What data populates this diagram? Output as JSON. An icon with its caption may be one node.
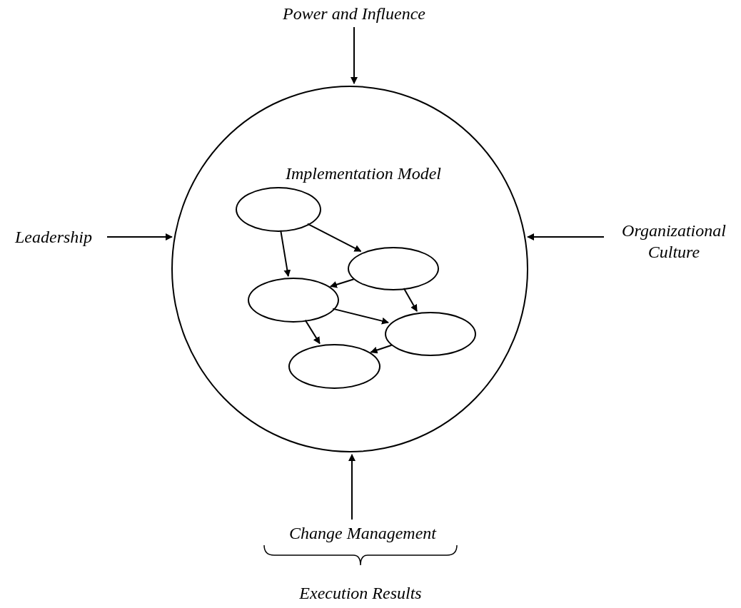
{
  "diagram": {
    "nodes": [
      {
        "text": [
          "Implementation Model"
        ]
      },
      {
        "text": [
          "Power and Influence"
        ]
      },
      {
        "text": [
          "Leadership"
        ]
      },
      {
        "text": [
          "Organizational Culture"
        ]
      },
      {
        "text": [
          "Change Management"
        ]
      },
      {
        "text": [],
        "shape": "ellipse",
        "in": 0
      },
      {
        "text": [],
        "shape": "ellipse",
        "in": 0
      },
      {
        "text": [],
        "shape": "ellipse",
        "in": 0
      },
      {
        "text": [],
        "shape": "ellipse",
        "in": 0
      },
      {
        "text": [],
        "shape": "ellipse",
        "in": 0
      }
    ],
    "edges": [
      {
        "from": 1,
        "to": 0,
        "arrow": "to"
      },
      {
        "from": 2,
        "to": 0,
        "arrow": "to"
      },
      {
        "from": 3,
        "to": 0,
        "arrow": "to"
      },
      {
        "from": 4,
        "to": 0,
        "arrow": "to"
      },
      {
        "from": 5,
        "to": 6,
        "arrow": "to"
      },
      {
        "from": 5,
        "to": 7,
        "arrow": "to"
      },
      {
        "from": 6,
        "to": 7,
        "arrow": "to"
      },
      {
        "from": 6,
        "to": 8,
        "arrow": "to"
      },
      {
        "from": 7,
        "to": 8,
        "arrow": "to"
      },
      {
        "from": 7,
        "to": 9,
        "arrow": "to"
      },
      {
        "from": 8,
        "to": 9,
        "arrow": "to"
      }
    ],
    "labels": [
      "Execution Results"
    ]
  }
}
